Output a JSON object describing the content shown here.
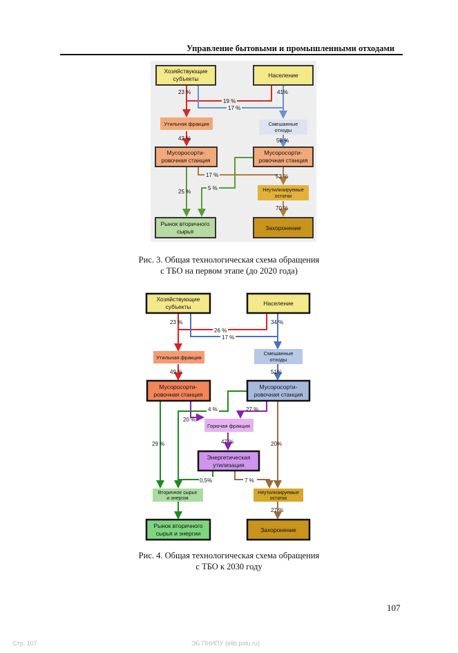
{
  "header": {
    "title": "Управление бытовыми и промышленными отходами"
  },
  "figure3": {
    "boxes": {
      "biz": "Хозяйствующие\nсубъекты",
      "pop": "Население",
      "util": "Утильная фракция",
      "mixed": "Смешанные\nотходы",
      "sort1": "Мусоросорти-\nровочная станция",
      "sort2": "Мусоросорти-\nровочная станция",
      "unused": "Неутилизируемые\nостатки",
      "market": "Рынок вторичного\nсырья",
      "burial": "Захоронение"
    },
    "labels": {
      "p23": "23 %",
      "p41": "41%",
      "p19": "19 %",
      "p17": "17 %",
      "p42": "42 %",
      "p58": "58 %",
      "p17b": "17 %",
      "p53": "53 %",
      "p25": "25 %",
      "p5": "5 %",
      "p70": "70 %"
    },
    "caption_line1": "Рис. 3. Общая технологическая схема обращения",
    "caption_line2": "с ТБО на первом этапе (до 2020 года)"
  },
  "figure4": {
    "boxes": {
      "biz": "Хозяйствующие\nсубъекты",
      "pop": "Население",
      "util": "Утильная фракция",
      "mixed": "Смешанные\nотходы",
      "sort1": "Мусоросорти-\nровочная станция",
      "sort2": "Мусоросорти-\nровочная станция",
      "comb": "Горючая фракция",
      "energy": "Энергетическая\nутилизация",
      "second": "Вторичное сырье\nи энергия",
      "unused": "Неутилизируемые\nостатки",
      "market": "Рынок вторичного\nсырья и энергии",
      "burial": "Захоронение"
    },
    "labels": {
      "p23": "23 %",
      "p34": "34 %",
      "p26": "26 %",
      "p17": "17 %",
      "p49": "49 %",
      "p51": "51%",
      "p4": "4 %",
      "p27": "27 %",
      "p20a": "20 %",
      "p29": "29 %",
      "p47": "47 %",
      "p20b": "20%",
      "p05": "0,5%",
      "p7": "7 %",
      "p27b": "27 %"
    },
    "caption_line1": "Рис. 4. Общая технологическая схема обращения",
    "caption_line2": "с ТБО к 2030 году"
  },
  "page_number": "107",
  "footer": {
    "left": "Стр. 107",
    "center": "ЭБ ПНИПУ (elib.pstu.ru)"
  }
}
